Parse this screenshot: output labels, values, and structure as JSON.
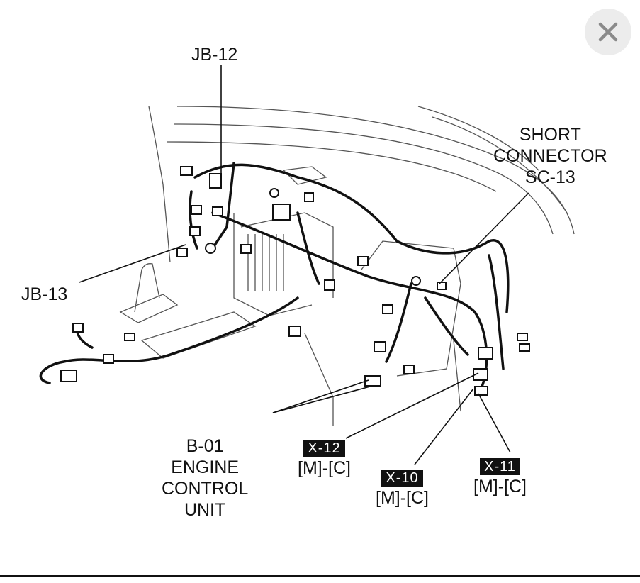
{
  "labels": {
    "jb12": "JB-12",
    "jb13": "JB-13",
    "short_connector": [
      "SHORT",
      "CONNECTOR",
      "SC-13"
    ],
    "ecu": [
      "B-01",
      "ENGINE",
      "CONTROL",
      "UNIT"
    ],
    "x12": {
      "code": "X-12",
      "sub": "[M]-[C]"
    },
    "x10": {
      "code": "X-10",
      "sub": "[M]-[C]"
    },
    "x11": {
      "code": "X-11",
      "sub": "[M]-[C]"
    }
  },
  "icons": {
    "close": "close-icon"
  },
  "colors": {
    "ink": "#111111",
    "background": "#ffffff",
    "button": "#ececec",
    "close_glyph": "#8a8a8a"
  }
}
